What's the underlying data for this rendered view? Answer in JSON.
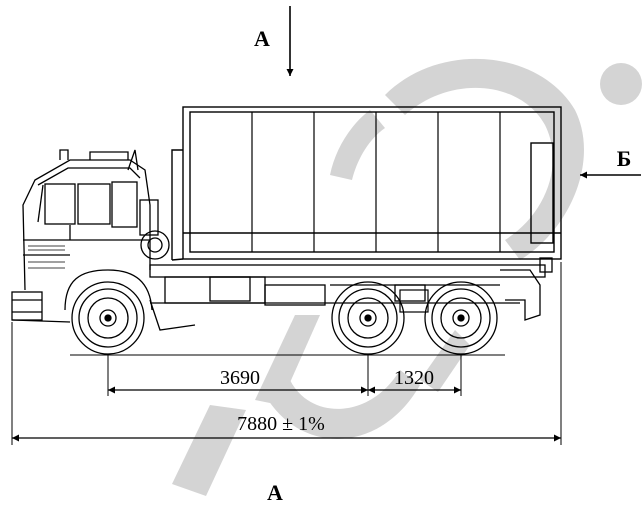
{
  "view_labels": {
    "top_arrow": "А",
    "side_arrow": "Б",
    "bottom": "А"
  },
  "dimensions": {
    "front_axle_to_rear": "3690",
    "rear_axle_spacing": "1320",
    "overall_length": "7880 ± 1%"
  },
  "colors": {
    "lines": "#000000",
    "watermark": "#d4d4d4"
  }
}
